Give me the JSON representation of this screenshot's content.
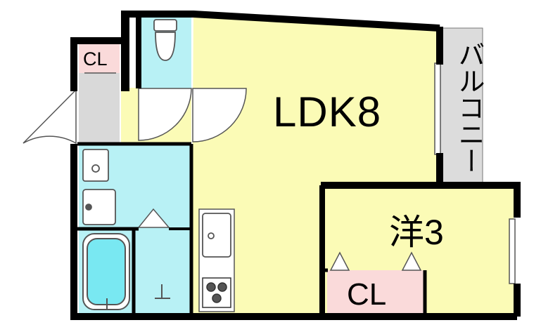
{
  "floor_plan": {
    "rooms": {
      "ldk": {
        "label": "LDK8",
        "fill": "#fbfbb6"
      },
      "western_room": {
        "label": "洋3",
        "fill": "#fbfbb6"
      },
      "balcony": {
        "label": "バルコニー",
        "fill": "#dcdcdc"
      },
      "closet_entrance": {
        "label": "CL",
        "fill": "#fadada"
      },
      "closet_western": {
        "label": "CL",
        "fill": "#fadada"
      },
      "toilet": {
        "fill": "#b8f1f5"
      },
      "washroom": {
        "fill": "#b8f1f5"
      },
      "bathroom": {
        "fill": "#b8f1f5"
      },
      "entrance": {
        "fill": "#d9d9d9"
      }
    },
    "colors": {
      "wall": "#000000",
      "line": "#555555"
    }
  }
}
